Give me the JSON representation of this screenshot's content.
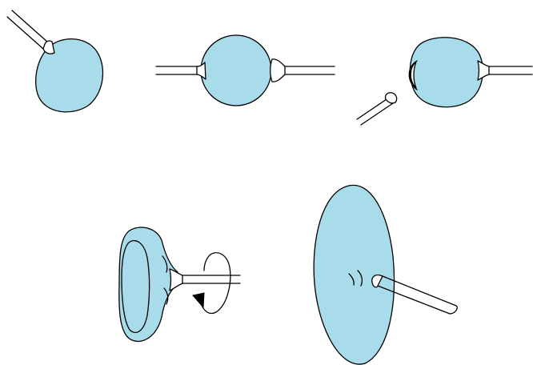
{
  "figure": {
    "stages": [
      {
        "id": "stage-1",
        "description_key": "pipette-attached-to-sphere"
      },
      {
        "id": "stage-2",
        "description_key": "sphere-held-by-two-pipettes"
      },
      {
        "id": "stage-3",
        "description_key": "left-pipette-withdrawn"
      },
      {
        "id": "stage-4",
        "description_key": "rotating-pipette-flattens-disc"
      },
      {
        "id": "stage-5",
        "description_key": "flattened-disc-on-pipette"
      }
    ]
  },
  "colors": {
    "fill": "#a9dcea",
    "stroke": "#000000",
    "pipe": "#ffffff",
    "background": "#ffffff"
  },
  "icons": {
    "rotation": "circular-arrow-icon"
  }
}
